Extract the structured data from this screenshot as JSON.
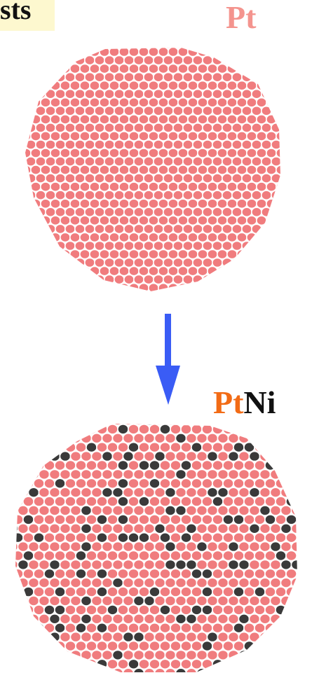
{
  "header": {
    "title_fragment": "sts"
  },
  "top_particle": {
    "label": "Pt",
    "label_color": "#f4948e"
  },
  "bottom_particle": {
    "label_part1": "Pt",
    "label_part1_color": "#f26b15",
    "label_part2": "Ni",
    "label_part2_color": "#111111"
  },
  "colors": {
    "atom_pt": "#f07c7e",
    "atom_ni": "#3a3a3a",
    "atom_outline": "#ffffff",
    "arrow": "#3a5cf5"
  }
}
